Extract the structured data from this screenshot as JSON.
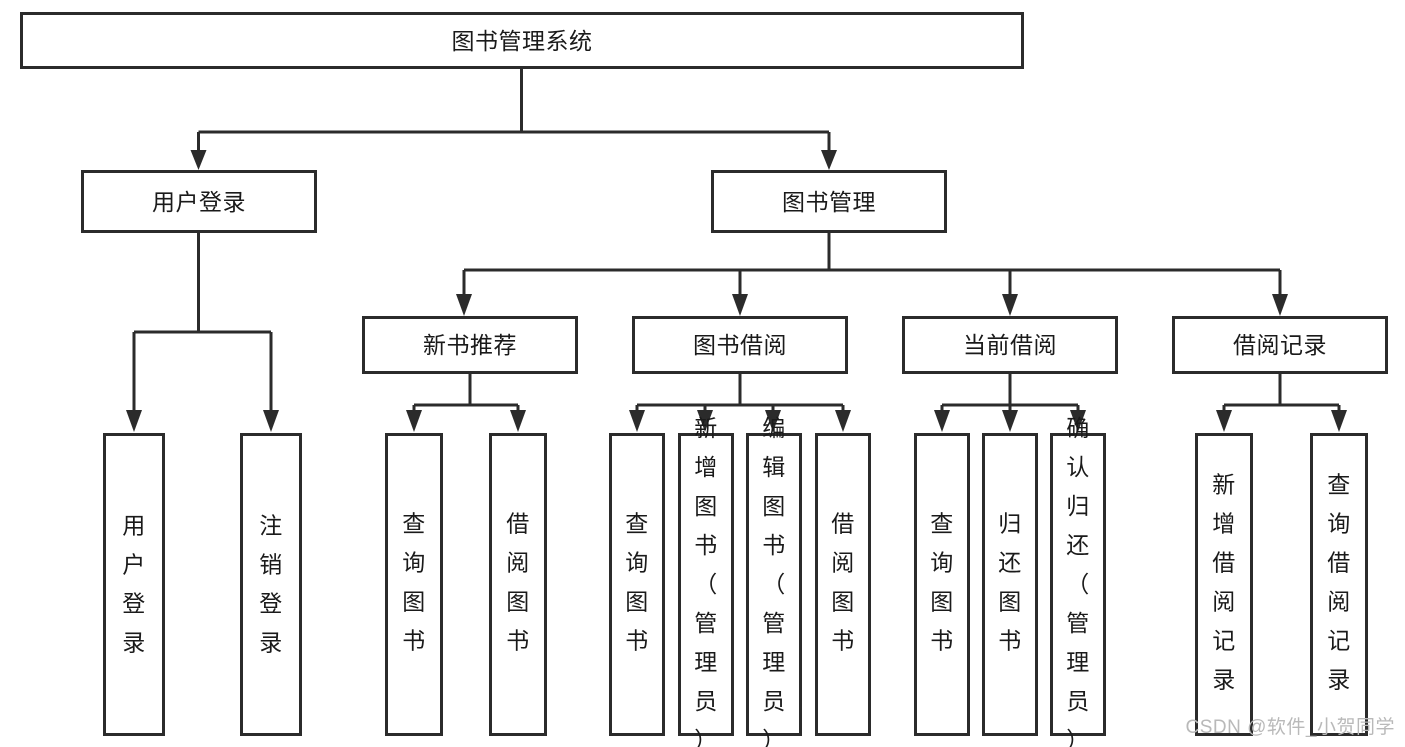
{
  "diagram": {
    "title": "图书管理系统",
    "type": "tree-hierarchy",
    "orientation": "top-down",
    "stroke_color": "#2b2b2b",
    "fill_color": "#ffffff",
    "background_color": "#ffffff",
    "levels": 4,
    "root": {
      "id": "root",
      "label": "图书管理系统",
      "text_orientation": "horizontal"
    },
    "level2": [
      {
        "id": "user-login",
        "label": "用户登录",
        "text_orientation": "horizontal"
      },
      {
        "id": "book-management",
        "label": "图书管理",
        "text_orientation": "horizontal"
      }
    ],
    "level3": [
      {
        "id": "new-book-recommend",
        "label": "新书推荐",
        "parent": "book-management",
        "text_orientation": "horizontal"
      },
      {
        "id": "book-borrow",
        "label": "图书借阅",
        "parent": "book-management",
        "text_orientation": "horizontal"
      },
      {
        "id": "current-borrow",
        "label": "当前借阅",
        "parent": "book-management",
        "text_orientation": "horizontal"
      },
      {
        "id": "borrow-record",
        "label": "借阅记录",
        "parent": "book-management",
        "text_orientation": "horizontal"
      }
    ],
    "leaves": [
      {
        "id": "leaf-user-login",
        "label": "用户登录",
        "parent": "user-login",
        "text_orientation": "vertical"
      },
      {
        "id": "leaf-user-logout",
        "label": "注销登录",
        "parent": "user-login",
        "text_orientation": "vertical"
      },
      {
        "id": "leaf-query-book-1",
        "label": "查询图书",
        "parent": "new-book-recommend",
        "text_orientation": "vertical"
      },
      {
        "id": "leaf-borrow-book-1",
        "label": "借阅图书",
        "parent": "new-book-recommend",
        "text_orientation": "vertical"
      },
      {
        "id": "leaf-query-book-2",
        "label": "查询图书",
        "parent": "book-borrow",
        "text_orientation": "vertical"
      },
      {
        "id": "leaf-add-book",
        "label": "新增图书（管理员）",
        "parent": "book-borrow",
        "text_orientation": "vertical"
      },
      {
        "id": "leaf-edit-book",
        "label": "编辑图书（管理员）",
        "parent": "book-borrow",
        "text_orientation": "vertical"
      },
      {
        "id": "leaf-borrow-book-2",
        "label": "借阅图书",
        "parent": "book-borrow",
        "text_orientation": "vertical"
      },
      {
        "id": "leaf-query-book-3",
        "label": "查询图书",
        "parent": "current-borrow",
        "text_orientation": "vertical"
      },
      {
        "id": "leaf-return-book",
        "label": "归还图书",
        "parent": "current-borrow",
        "text_orientation": "vertical"
      },
      {
        "id": "leaf-confirm-return",
        "label": "确认归还（管理员）",
        "parent": "current-borrow",
        "text_orientation": "vertical"
      },
      {
        "id": "leaf-add-record",
        "label": "新增借阅记录",
        "parent": "borrow-record",
        "text_orientation": "vertical"
      },
      {
        "id": "leaf-query-record",
        "label": "查询借阅记录",
        "parent": "borrow-record",
        "text_orientation": "vertical"
      }
    ]
  },
  "watermark": {
    "text": "CSDN @软件_小贺同学"
  }
}
